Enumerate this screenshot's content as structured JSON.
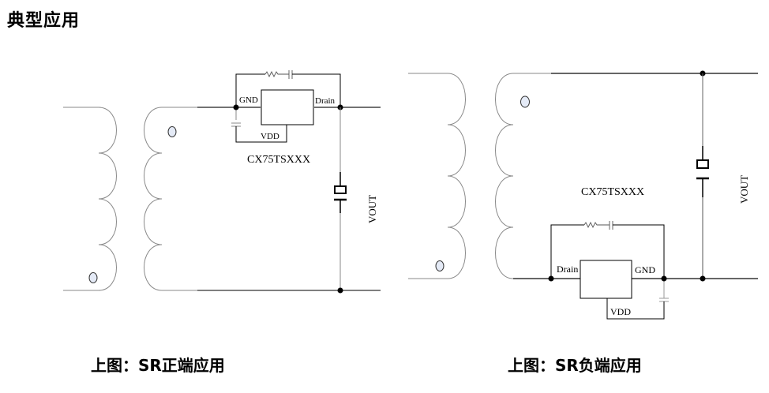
{
  "section_title": "典型应用",
  "diagrams": [
    {
      "id": "positive",
      "caption": "上图：SR正端应用",
      "chip_name": "CX75TSXXX",
      "pins": {
        "left": "GND",
        "right": "Drain",
        "bottom": "VDD"
      },
      "output_label": "VOUT"
    },
    {
      "id": "negative",
      "caption": "上图：SR负端应用",
      "chip_name": "CX75TSXXX",
      "pins": {
        "left": "Drain",
        "right": "GND",
        "bottom": "VDD"
      },
      "output_label": "VOUT"
    }
  ],
  "colors": {
    "wire": "#000000",
    "wire_light": "#777777",
    "coil": "#8a8a8a",
    "dot_fill": "#e4eaf6"
  }
}
